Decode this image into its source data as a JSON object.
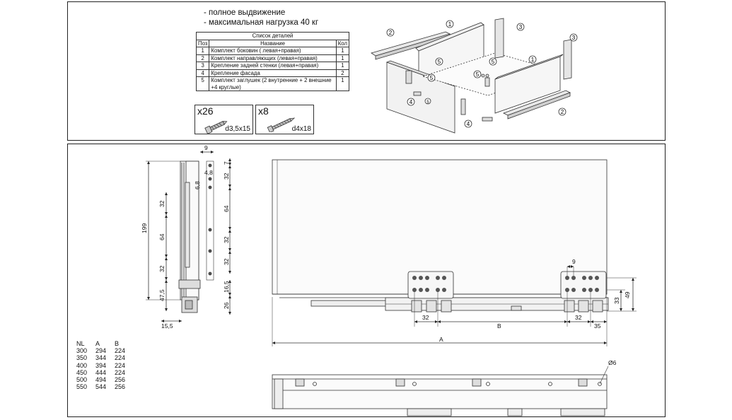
{
  "features": [
    "- полное выдвижение",
    "- максимальная нагрузка 40 кг"
  ],
  "parts_table": {
    "caption": "Список деталей",
    "headers": [
      "Поз",
      "Название",
      "Кол"
    ],
    "rows": [
      {
        "pos": "1",
        "name": "Комплект боковин ( левая+правая)",
        "qty": "1"
      },
      {
        "pos": "2",
        "name": "Комплект направляющих (левая+правая)",
        "qty": "1"
      },
      {
        "pos": "3",
        "name": "Крепление задней стенки (левая+правая)",
        "qty": "1"
      },
      {
        "pos": "4",
        "name": "Крепление фасада",
        "qty": "2"
      },
      {
        "pos": "5",
        "name": "Комплект заглушек (2 внутренние + 2 внешние +4 круглые)",
        "qty": "1"
      }
    ]
  },
  "hardware": [
    {
      "count": "x26",
      "size": "d3,5x15",
      "icon": "screw-icon"
    },
    {
      "count": "x8",
      "size": "d4x18",
      "icon": "screw-icon"
    }
  ],
  "callouts": {
    "top": [
      "2",
      "1",
      "3",
      "3",
      "5",
      "5",
      "1",
      "5",
      "5",
      "4",
      "5",
      "4",
      "2"
    ]
  },
  "side_dimensions": {
    "top_width": "9",
    "offset_a": "4,8",
    "offset_b": "6,8",
    "total_height": "199",
    "left_steps": [
      "32",
      "64",
      "32",
      "47,5"
    ],
    "right_steps": [
      "7",
      "32",
      "64",
      "32",
      "32",
      "16,5",
      "26"
    ],
    "bottom_width": "15,5"
  },
  "front_dimensions": {
    "hole_spacing_a": "9",
    "height_a": "33",
    "height_b": "49",
    "pitch_left": "32",
    "pitch_right": "32",
    "label_b": "B",
    "label_a": "A",
    "offset_right": "35",
    "hole_diameter": "Ø6"
  },
  "nl_table": {
    "headers": [
      "NL",
      "A",
      "B"
    ],
    "rows": [
      [
        "300",
        "294",
        "224"
      ],
      [
        "350",
        "344",
        "224"
      ],
      [
        "400",
        "394",
        "224"
      ],
      [
        "450",
        "444",
        "224"
      ],
      [
        "500",
        "494",
        "256"
      ],
      [
        "550",
        "544",
        "256"
      ]
    ]
  }
}
